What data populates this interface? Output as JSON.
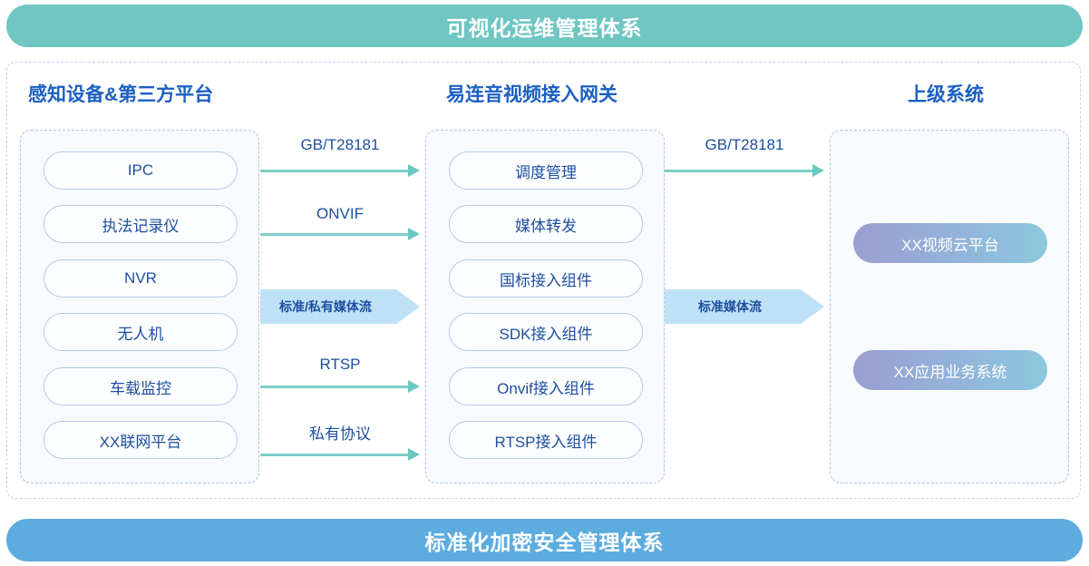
{
  "banners": {
    "top": {
      "label": "可视化运维管理体系",
      "color": "#6fc6c3"
    },
    "bottom": {
      "label": "标准化加密安全管理体系",
      "color": "#5cacdf"
    }
  },
  "columns": {
    "left": {
      "title": "感知设备&第三方平台",
      "items": [
        {
          "label": "IPC"
        },
        {
          "label": "执法记录仪"
        },
        {
          "label": "NVR"
        },
        {
          "label": "无人机"
        },
        {
          "label": "车载监控"
        },
        {
          "label": "XX联网平台"
        }
      ]
    },
    "middle": {
      "title": "易连音视频接入网关",
      "items": [
        {
          "label": "调度管理"
        },
        {
          "label": "媒体转发"
        },
        {
          "label": "国标接入组件"
        },
        {
          "label": "SDK接入组件"
        },
        {
          "label": "Onvif接入组件"
        },
        {
          "label": "RTSP接入组件"
        }
      ]
    },
    "right": {
      "title": "上级系统",
      "items": [
        {
          "label": "XX视频云平台"
        },
        {
          "label": "XX应用业务系统"
        }
      ]
    }
  },
  "connectors": {
    "left_to_middle": [
      {
        "label": "GB/T28181",
        "style": "thin"
      },
      {
        "label": "ONVIF",
        "style": "thin"
      },
      {
        "label": "标准/私有媒体流",
        "style": "block"
      },
      {
        "label": "RTSP",
        "style": "thin"
      },
      {
        "label": "私有协议",
        "style": "thin"
      }
    ],
    "middle_to_right": [
      {
        "label": "GB/T28181",
        "style": "thin"
      },
      {
        "label": "标准媒体流",
        "style": "block"
      }
    ]
  },
  "theme": {
    "accent_teal": "#6fc6c3",
    "accent_blue": "#5cacdf",
    "title_blue": "#1b5fc1",
    "pill_text": "#1d4fa0",
    "pill_border": "#b4cbe6",
    "arrow_teal": "#7ccfc6",
    "block_arrow_fill": "#bfe1f6",
    "dash_border": "#afc4e6"
  }
}
